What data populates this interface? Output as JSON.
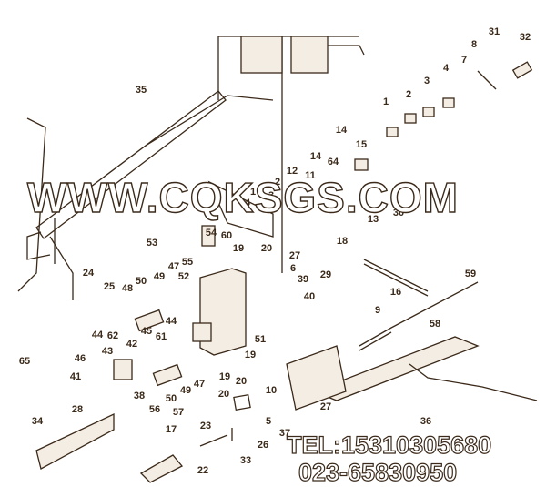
{
  "diagram": {
    "part_labels": [
      "35",
      "31",
      "32",
      "8",
      "7",
      "4",
      "3",
      "2",
      "1",
      "14",
      "15",
      "14",
      "64",
      "12",
      "11",
      "2",
      "1",
      "3",
      "4",
      "60",
      "30",
      "13",
      "18",
      "29",
      "16",
      "9",
      "59",
      "53",
      "54",
      "19",
      "20",
      "27",
      "6",
      "39",
      "40",
      "55",
      "47",
      "52",
      "50",
      "49",
      "48",
      "24",
      "25",
      "44",
      "42",
      "45",
      "61",
      "44",
      "62",
      "43",
      "46",
      "65",
      "41",
      "38",
      "56",
      "50",
      "49",
      "47",
      "19",
      "20",
      "20",
      "19",
      "51",
      "28",
      "57",
      "17",
      "23",
      "34",
      "22",
      "33",
      "26",
      "5",
      "10",
      "37",
      "27",
      "36",
      "58"
    ],
    "watermark": "WWW.CQKSGS.COM",
    "contact_phone": "TEL:15310305680",
    "contact_phone_2": "023-65830950",
    "line_color": "#3b2a1a"
  }
}
